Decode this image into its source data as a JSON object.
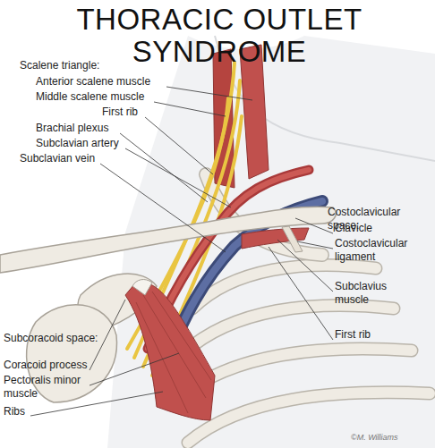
{
  "diagram": {
    "title": "THORACIC OUTLET SYNDROME",
    "labels": [
      "Scalene triangle:",
      "Anterior scalene muscle",
      "Middle scalene muscle",
      "First rib",
      "Brachial plexus",
      "Subclavian artery",
      "Subclavian vein",
      "Costoclavicular space:",
      "Clavicle",
      "Costoclavicular ligament",
      "Subclavius muscle",
      "First rib",
      "Subcoracoid space:",
      "Coracoid process",
      "Pectoralis minor muscle",
      "Ribs",
      "©M. Williams"
    ]
  }
}
